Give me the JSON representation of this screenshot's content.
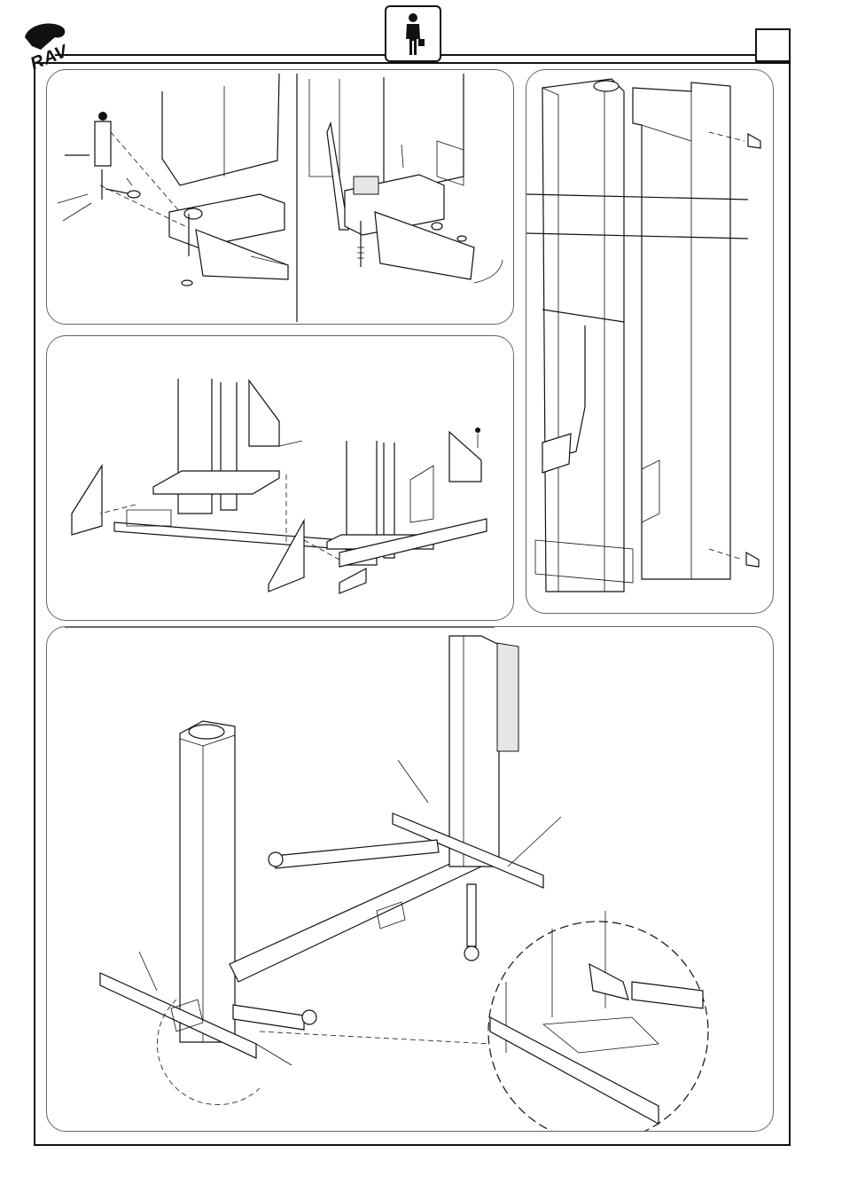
{
  "header": {
    "logo_text": "RAV",
    "person_icon": "person-with-toolbox-icon",
    "page_number": ""
  },
  "figures": [
    {
      "id": "arm-lock-install",
      "description_icon": "arm-lock-assembly-icon"
    },
    {
      "id": "arm-lock-detail",
      "description_icon": "arm-pivot-icon"
    },
    {
      "id": "column-cover",
      "description_icon": "column-cover-icon"
    },
    {
      "id": "base-brackets",
      "description_icon": "base-bracket-icon"
    },
    {
      "id": "lift-overview",
      "description_icon": "two-post-lift-icon"
    }
  ]
}
